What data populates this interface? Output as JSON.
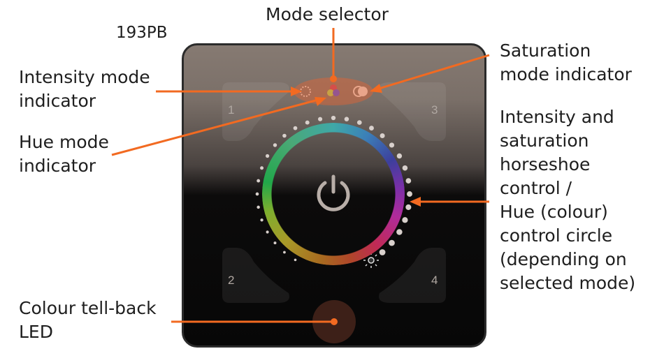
{
  "model": "193PB",
  "labels": {
    "mode_selector": "Mode selector",
    "intensity_mode": "Intensity mode\nindicator",
    "hue_mode": "Hue mode\nindicator",
    "saturation_mode": "Saturation\nmode indicator",
    "horseshoe": "Intensity and\nsaturation\nhorseshoe\ncontrol /\nHue (colour)\ncontrol circle\n(depending on\nselected mode)",
    "led": "Colour tell-back\nLED"
  },
  "buttons": [
    "1",
    "2",
    "3",
    "4"
  ],
  "colors": {
    "accent": "#f26a21",
    "led": "#3d2018"
  }
}
